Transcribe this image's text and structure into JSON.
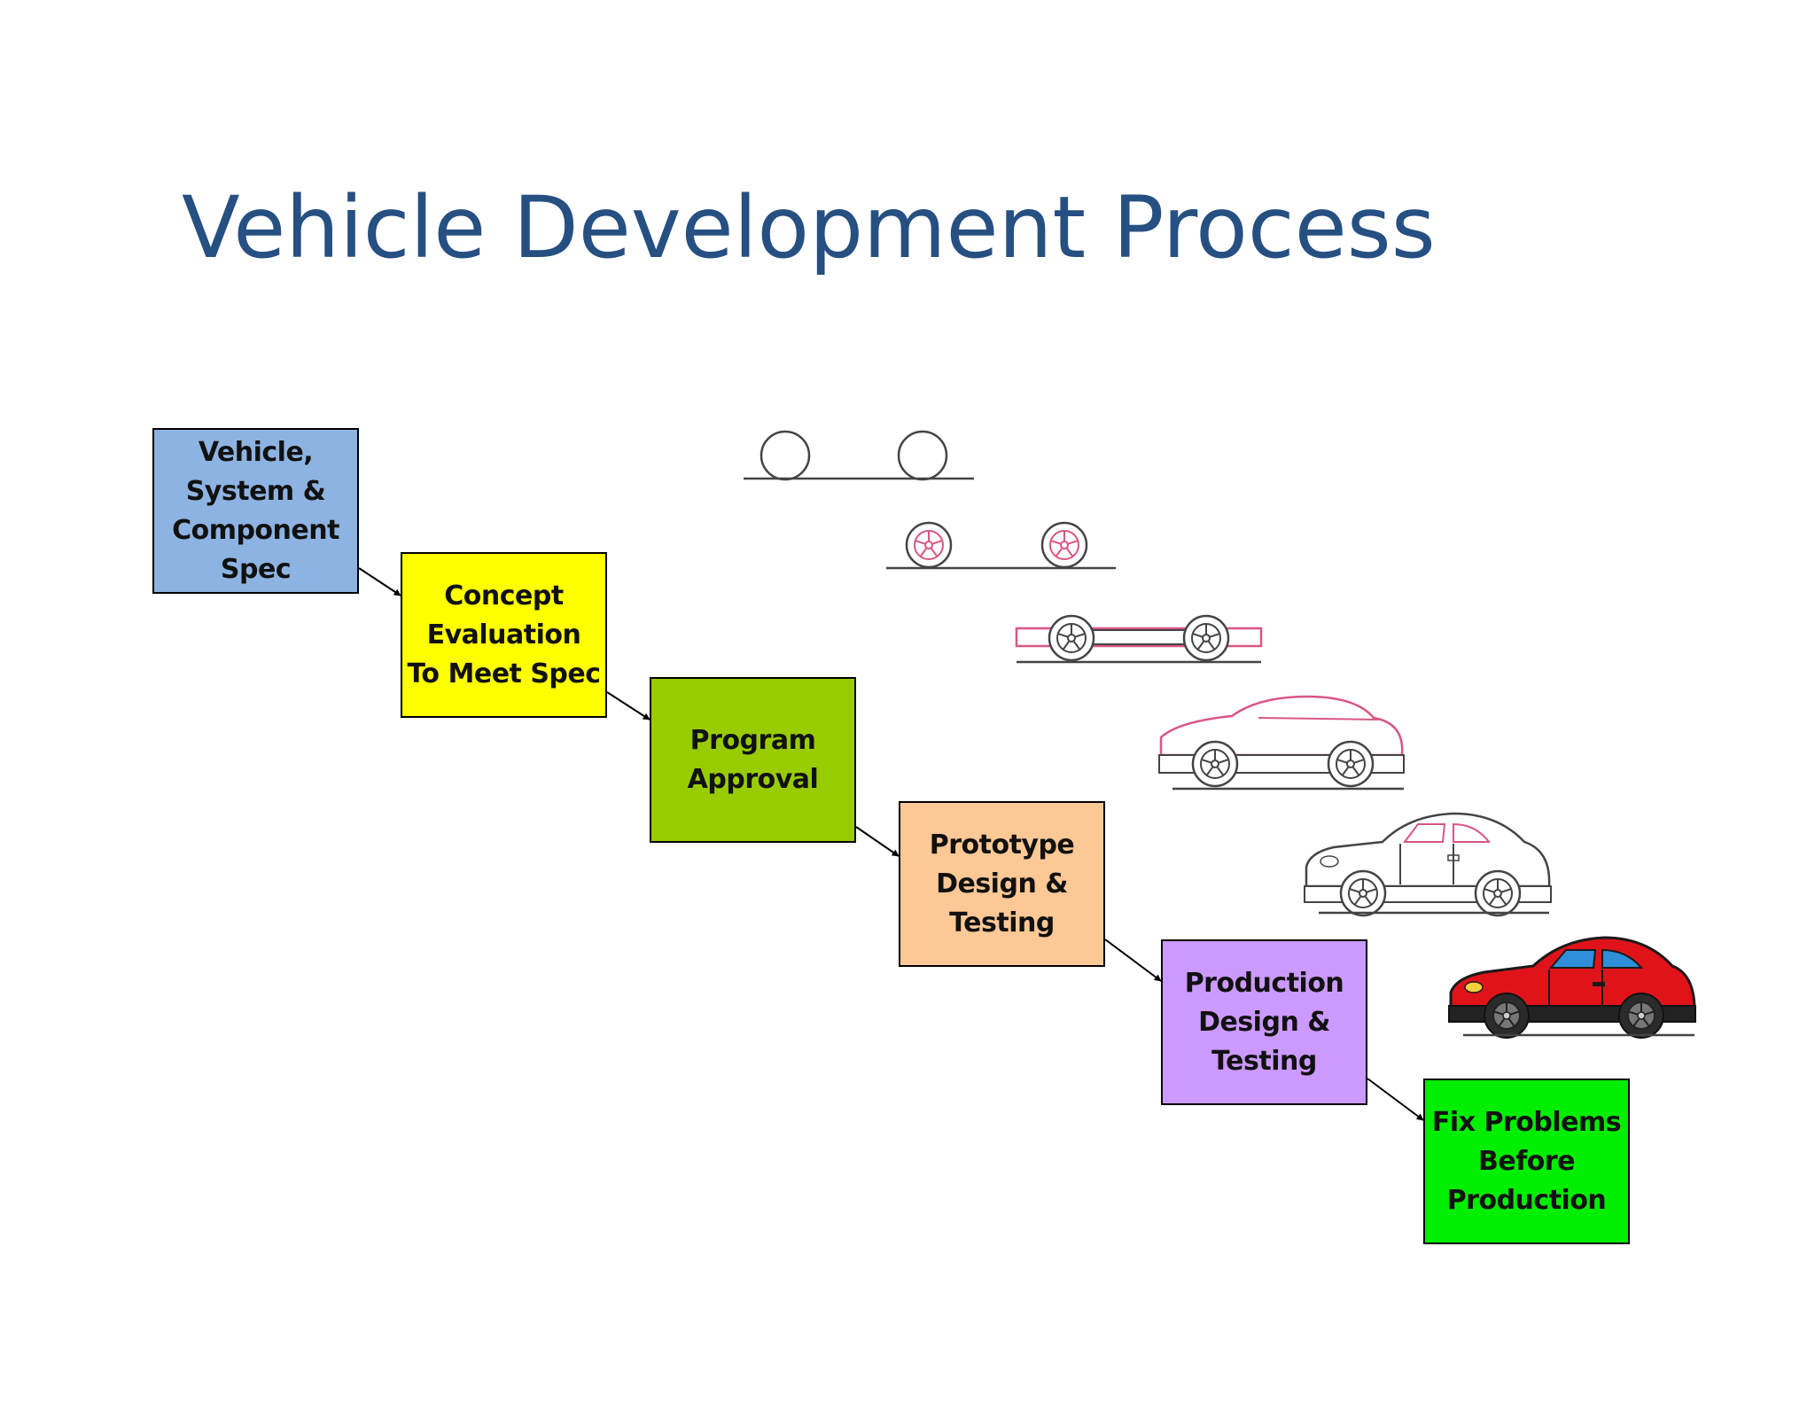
{
  "title": "Vehicle Development Process",
  "steps": [
    {
      "label": "Vehicle,\nSystem &\nComponent\nSpec",
      "color": "#8db3e2"
    },
    {
      "label": "Concept\nEvaluation\nTo Meet Spec",
      "color": "#ffff00"
    },
    {
      "label": "Program\nApproval",
      "color": "#99cc00"
    },
    {
      "label": "Prototype\nDesign &\nTesting",
      "color": "#fcc896"
    },
    {
      "label": "Production\nDesign &\nTesting",
      "color": "#cc99ff"
    },
    {
      "label": "Fix Problems\nBefore\nProduction",
      "color": "#00ee00"
    }
  ],
  "colors": {
    "title": "#264f82",
    "sketch_accent": "#d9577f",
    "finished_car_body": "#e0131b",
    "finished_car_window": "#2e8fd8"
  },
  "car_stages": [
    "wheels-outline",
    "wheels-detailed",
    "chassis",
    "body-outline",
    "car-line-art",
    "finished-car"
  ]
}
